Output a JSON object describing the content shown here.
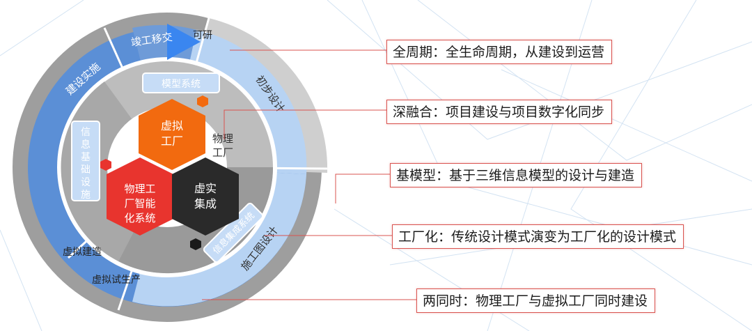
{
  "ring_outer": {
    "segments": [
      "竣工移交",
      "可研",
      "初步设计",
      "施工图设计",
      "建设实施",
      "虚拟建造",
      "虚拟试生产"
    ]
  },
  "ring_inner": {
    "labels": [
      "模型系统",
      "信息基础设施",
      "信息集成系统"
    ]
  },
  "hexagons": {
    "virtual_factory": "虚拟工厂",
    "physical_factory_smart": "物理工厂智能化系统",
    "virtual_real_integration": "虚实集成",
    "physical_factory_label": "物理工厂"
  },
  "notes": [
    "全周期：全生命周期，从建设到运营",
    "深融合：项目建设与项目数字化同步",
    "基模型：基于三维信息模型的设计与建造",
    "工厂化：传统设计模式演变为工厂化的设计模式",
    "两同时：物理工厂与虚拟工厂同时建设"
  ],
  "colors": {
    "orange": "#f26a0f",
    "red": "#e8342e",
    "dark": "#2a2a2a",
    "blue_dark": "#5b8fd6",
    "blue_light": "#b7d3f3",
    "grey": "#a0a0a0",
    "note_border": "#d9534f"
  }
}
